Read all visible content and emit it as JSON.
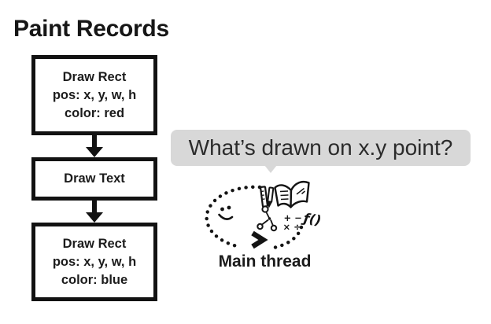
{
  "slide": {
    "title": "Paint Records",
    "background_color": "#ffffff",
    "text_color": "#1a1a1a"
  },
  "flowchart": {
    "boxes": [
      {
        "id": "draw-rect-red",
        "lines": [
          "Draw Rect",
          "pos: x, y, w, h",
          "color: red"
        ]
      },
      {
        "id": "draw-text",
        "lines": [
          "Draw Text"
        ]
      },
      {
        "id": "draw-rect-blue",
        "lines": [
          "Draw Rect",
          "pos: x, y, w, h",
          "color: blue"
        ]
      }
    ],
    "connector": "down-arrow"
  },
  "bubble": {
    "text": "What’s drawn on x.y point?",
    "bg_color": "#d8d8d8",
    "text_color": "#2b2b2b"
  },
  "main_thread": {
    "label": "Main thread",
    "math_row1": "+ −",
    "math_row2": "× ÷",
    "function_text": "ƒ()",
    "icons": [
      "dotted-ellipse",
      "smiley-face-icon",
      "pencil-ruler-icon",
      "book-icon",
      "molecule-icon",
      "math-symbols-icon",
      "function-icon",
      "chevron-arrow-icon"
    ]
  }
}
